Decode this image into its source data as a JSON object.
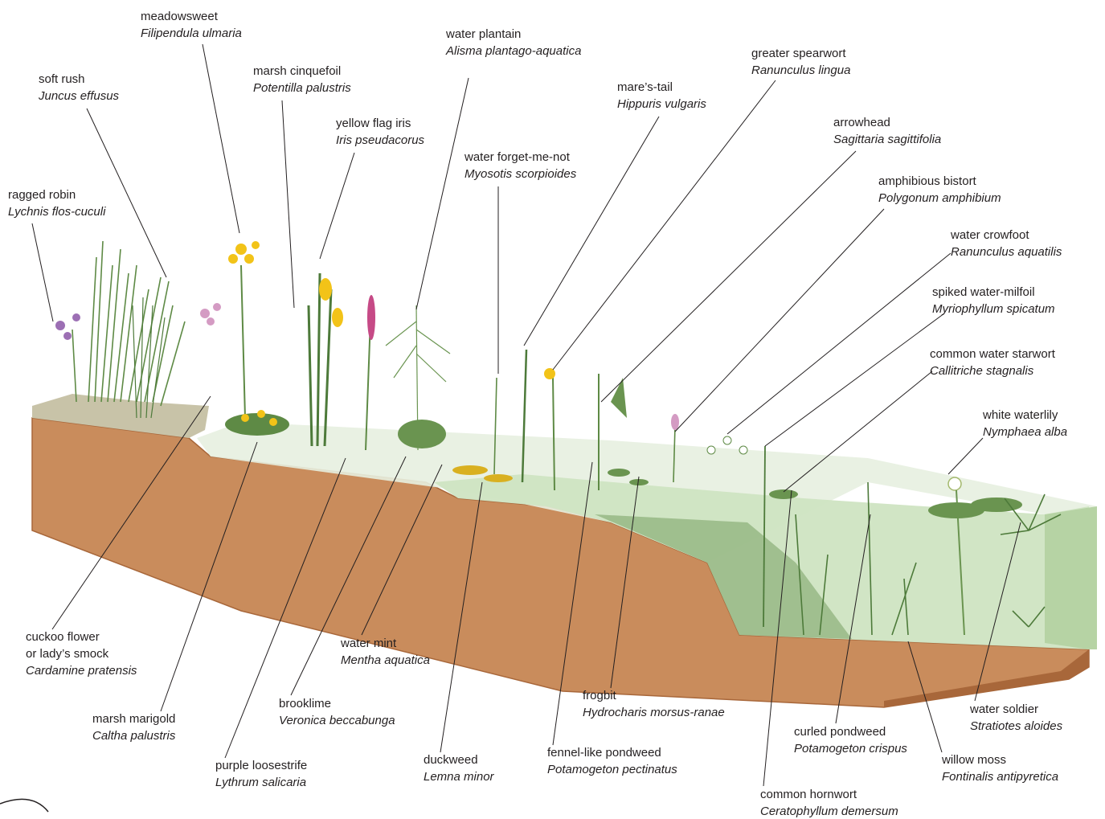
{
  "colors": {
    "soil": "#c98c5c",
    "soil_edge": "#a8673a",
    "water": "#cfe4c2",
    "water_deep": "#7fa56a",
    "bank_top": "#c8c3a8",
    "leader": "#231f20",
    "plant_green": "#5e8a45",
    "flower_yellow": "#f2c318",
    "flower_purple": "#9c6fb4",
    "flower_pink": "#c64a86"
  },
  "labels": [
    {
      "id": "meadowsweet",
      "common": "meadowsweet",
      "scientific": "Filipendula ulmaria"
    },
    {
      "id": "water-plantain",
      "common": "water plantain",
      "scientific": "Alisma plantago-aquatica"
    },
    {
      "id": "greater-spearwort",
      "common": "greater spearwort",
      "scientific": "Ranunculus lingua"
    },
    {
      "id": "soft-rush",
      "common": "soft rush",
      "scientific": "Juncus effusus"
    },
    {
      "id": "marsh-cinquefoil",
      "common": "marsh cinquefoil",
      "scientific": "Potentilla palustris"
    },
    {
      "id": "mares-tail",
      "common": "mare’s-tail",
      "scientific": "Hippuris vulgaris"
    },
    {
      "id": "yellow-flag-iris",
      "common": "yellow flag iris",
      "scientific": "Iris pseudacorus"
    },
    {
      "id": "arrowhead",
      "common": "arrowhead",
      "scientific": "Sagittaria sagittifolia"
    },
    {
      "id": "water-forget-me-not",
      "common": "water forget-me-not",
      "scientific": "Myosotis scorpioides"
    },
    {
      "id": "amphibious-bistort",
      "common": "amphibious bistort",
      "scientific": "Polygonum amphibium"
    },
    {
      "id": "ragged-robin",
      "common": "ragged robin",
      "scientific": "Lychnis flos-cuculi"
    },
    {
      "id": "water-crowfoot",
      "common": "water crowfoot",
      "scientific": "Ranunculus aquatilis"
    },
    {
      "id": "spiked-water-milfoil",
      "common": "spiked water-milfoil",
      "scientific": "Myriophyllum spicatum"
    },
    {
      "id": "common-water-starwort",
      "common": "common water starwort",
      "scientific": "Callitriche stagnalis"
    },
    {
      "id": "white-waterlily",
      "common": "white waterlily",
      "scientific": "Nymphaea alba"
    },
    {
      "id": "cuckoo-flower",
      "common": "cuckoo flower",
      "common2": "or lady’s smock",
      "scientific": "Cardamine pratensis"
    },
    {
      "id": "water-mint",
      "common": "water mint",
      "scientific": "Mentha aquatica"
    },
    {
      "id": "frogbit",
      "common": "frogbit",
      "scientific": "Hydrocharis morsus-ranae"
    },
    {
      "id": "marsh-marigold",
      "common": "marsh marigold",
      "scientific": "Caltha palustris"
    },
    {
      "id": "brooklime",
      "common": "brooklime",
      "scientific": "Veronica beccabunga"
    },
    {
      "id": "water-soldier",
      "common": "water soldier",
      "scientific": "Stratiotes aloides"
    },
    {
      "id": "curled-pondweed",
      "common": "curled pondweed",
      "scientific": "Potamogeton crispus"
    },
    {
      "id": "fennel-like-pondweed",
      "common": "fennel-like pondweed",
      "scientific": "Potamogeton pectinatus"
    },
    {
      "id": "duckweed",
      "common": "duckweed",
      "scientific": "Lemna minor"
    },
    {
      "id": "purple-loosestrife",
      "common": "purple loosestrife",
      "scientific": "Lythrum salicaria"
    },
    {
      "id": "willow-moss",
      "common": "willow moss",
      "scientific": "Fontinalis antipyretica"
    },
    {
      "id": "common-hornwort",
      "common": "common hornwort",
      "scientific": "Ceratophyllum demersum"
    }
  ]
}
